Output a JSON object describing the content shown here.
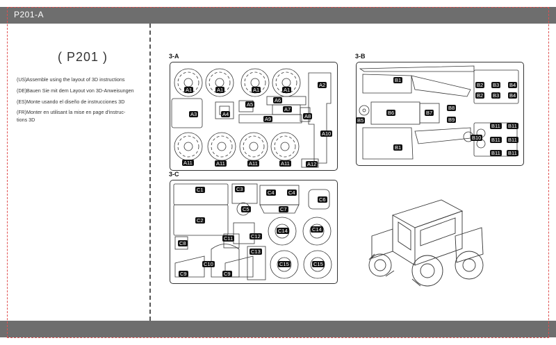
{
  "header": {
    "code": "P201-A"
  },
  "model": {
    "title": "( P201 )"
  },
  "instructions": [
    {
      "lang": "(US)",
      "text": "Assemble using the layout of 3D instructions"
    },
    {
      "lang": "(DE)",
      "text": "Bauen Sie mit dem Layout von 3D-Anweisungen"
    },
    {
      "lang": "(ES)",
      "text": "Monte usando el diseño de instrucciones 3D"
    },
    {
      "lang": "(FR)",
      "text": "Monter en utilisant la mise en page d'instruc-tions 3D"
    }
  ],
  "sections": {
    "a": {
      "label": "3-A"
    },
    "b": {
      "label": "3-B"
    },
    "c": {
      "label": "3-C"
    }
  },
  "parts_a": [
    "A1",
    "A1",
    "A1",
    "A1",
    "A2",
    "A3",
    "A4",
    "A5",
    "A6",
    "A7",
    "A8",
    "A9",
    "A10",
    "A11",
    "A11",
    "A11",
    "A11",
    "A12"
  ],
  "parts_b": [
    "B1",
    "B1",
    "B2",
    "B2",
    "B3",
    "B3",
    "B4",
    "B4",
    "B5",
    "B6",
    "B7",
    "B8",
    "B9",
    "B10",
    "B11",
    "B11",
    "B11",
    "B11",
    "B11",
    "B11"
  ],
  "parts_c": [
    "C1",
    "C2",
    "C3",
    "C4",
    "C4",
    "C5",
    "C6",
    "C7",
    "C8",
    "C9",
    "C9",
    "C10",
    "C11",
    "C12",
    "C13",
    "C14",
    "C14",
    "C15",
    "C15"
  ]
}
